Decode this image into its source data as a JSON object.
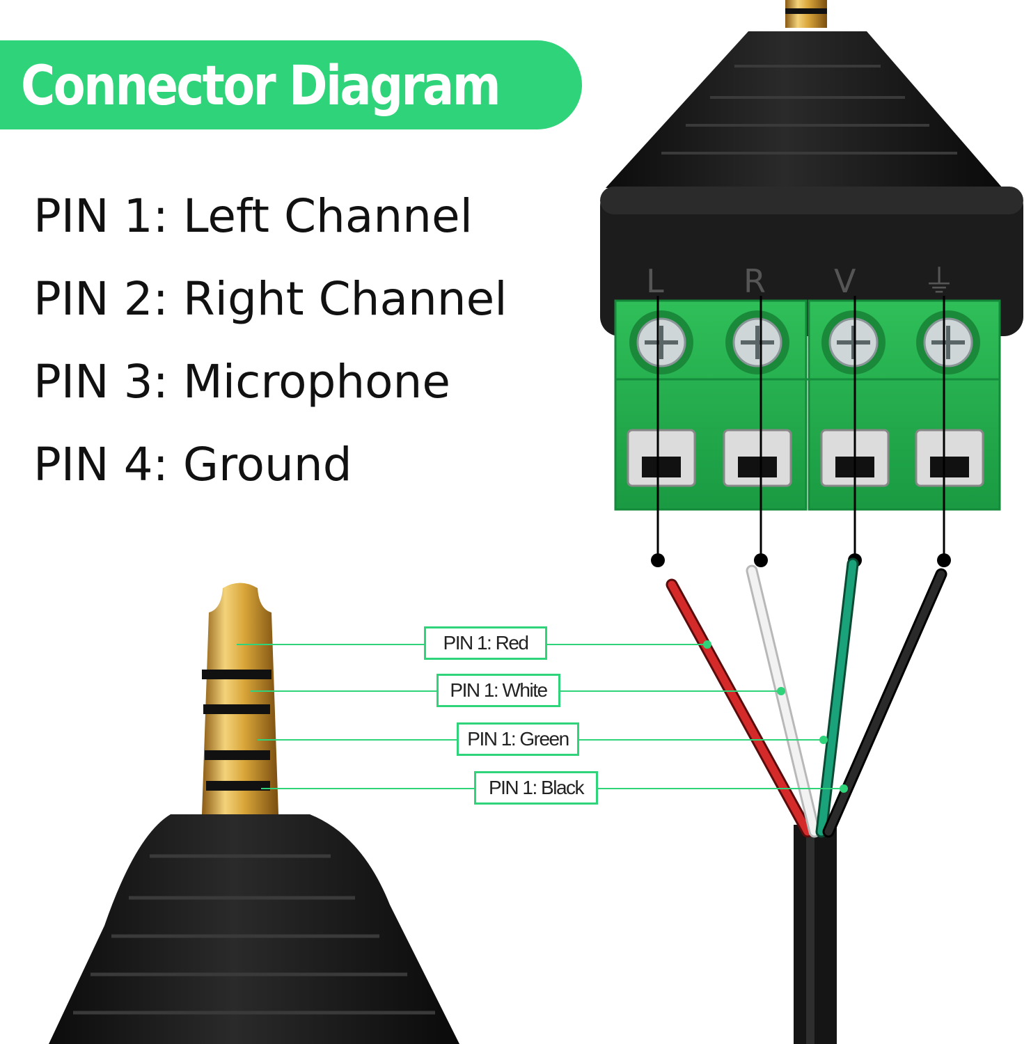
{
  "title": "Connector Diagram",
  "pins": [
    "PIN 1: Left Channel",
    "PIN 2: Right Channel",
    "PIN 3: Microphone",
    "PIN 4: Ground"
  ],
  "terminal_marks": [
    "L",
    "R",
    "V",
    "⏚"
  ],
  "wire_labels": [
    "PIN 1: Red",
    "PIN 1: White",
    "PIN 1: Green",
    "PIN 1: Black"
  ],
  "colors": {
    "accent": "#2ed37a",
    "terminal_block": "#1fae4a",
    "housing": "#1b1b1b",
    "gold": "#d9a63a",
    "wire_red": "#d42a2a",
    "wire_white": "#f2f2f2",
    "wire_green": "#1aa37a",
    "wire_black": "#1a1a1a"
  }
}
